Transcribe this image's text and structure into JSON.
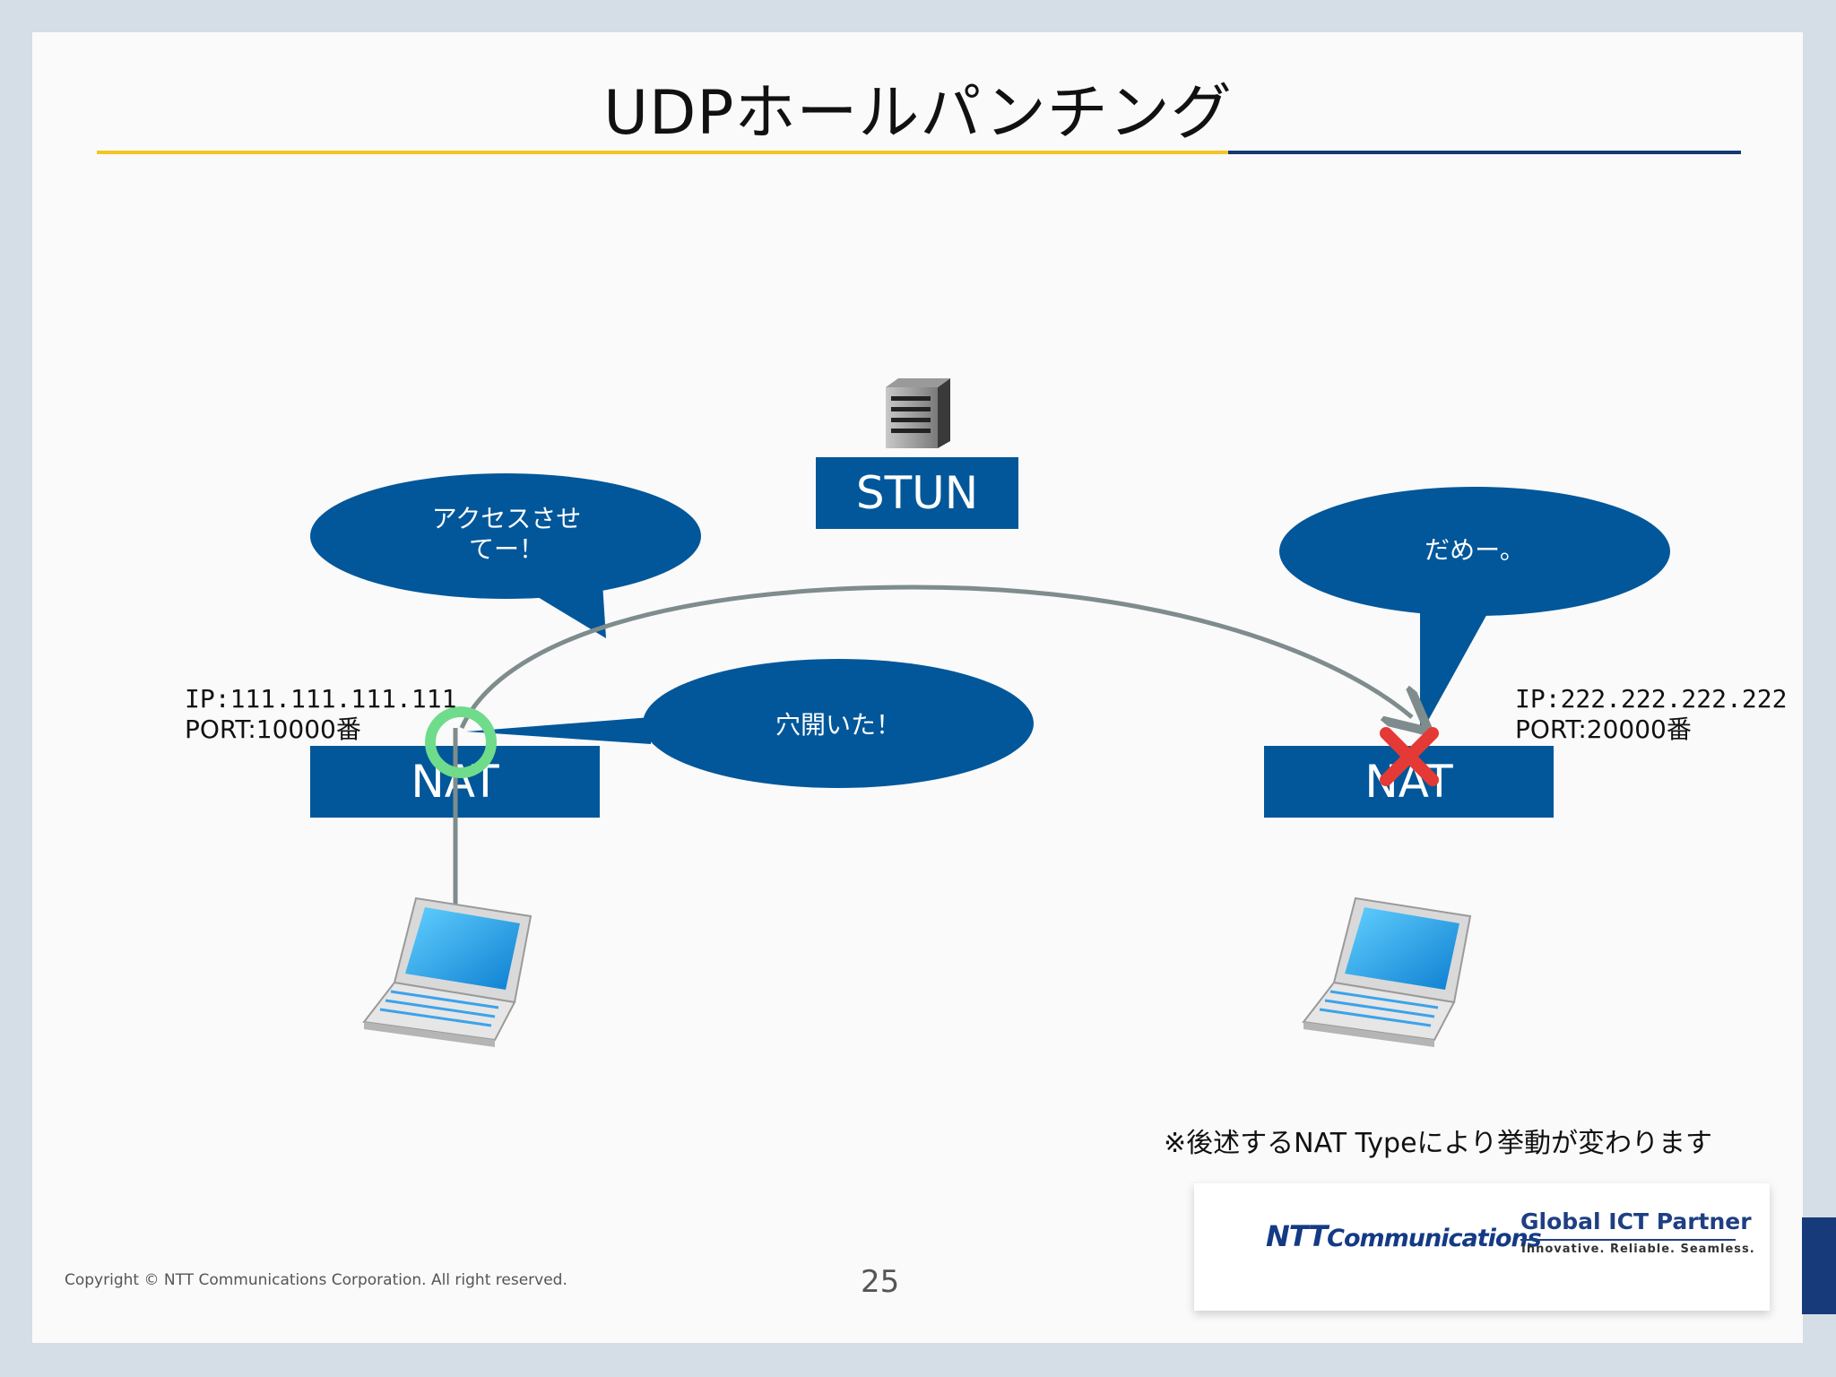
{
  "slide": {
    "title": "UDPホールパンチング",
    "stun_label": "STUN",
    "left_nat": {
      "label": "NAT",
      "ip": "IP:111.111.111.111",
      "port": "PORT:10000番"
    },
    "right_nat": {
      "label": "NAT",
      "ip": "IP:222.222.222.222",
      "port": "PORT:20000番"
    },
    "bubbles": {
      "access_line1": "アクセスさせ",
      "access_line2": "てー！",
      "hole": "穴開いた！",
      "denied": "だめー。"
    },
    "note": "※後述するNAT Typeにより挙動が変わります",
    "copyright": "Copyright © NTT Communications Corporation. All right reserved.",
    "page_number": "25"
  },
  "logo": {
    "ntt": "NTT",
    "communications": "Communications",
    "partner": "Global ICT Partner",
    "tagline": "Innovative. Reliable. Seamless."
  },
  "colors": {
    "box": "#015799",
    "bubble": "#02579a",
    "arrow": "#7f8c8d",
    "ok_mark": "#6fdc8c",
    "ng_mark": "#e53935",
    "rule_yellow": "#f3c522",
    "rule_navy": "#123a73"
  }
}
